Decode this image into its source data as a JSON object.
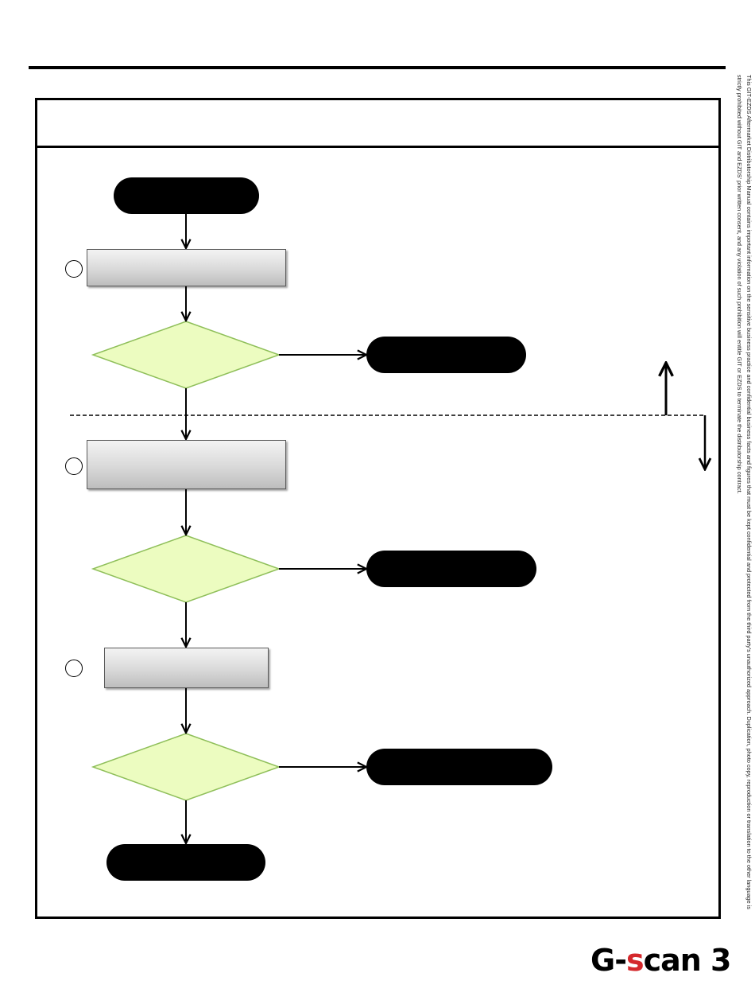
{
  "page": {
    "header_title": "",
    "disclaimer": "This GIT-EZDS Aftermarket Distributorship Manual contains important information on the sensitive business practice and confidential business facts and figures that must be kept confidential and protected from the third party's unauthorized approach. Duplication, photo copy, reproduction or translation to the other language is strictly prohibited without GIT and EZDS' prior written consent, and any violation of such prohibition will entitle GIT or EZDS to terminate the distributorship contract."
  },
  "flowchart": {
    "start_label": "",
    "steps": [
      {
        "number": "",
        "process_label": "",
        "decision_label": "",
        "outcome_label": ""
      },
      {
        "number": "",
        "process_label": "",
        "decision_label": "",
        "outcome_label": ""
      },
      {
        "number": "",
        "process_label": "",
        "decision_label": "",
        "outcome_label": ""
      }
    ],
    "end_label": ""
  },
  "logo": {
    "part_g": "G-",
    "part_s": "s",
    "part_rest": "can 3"
  },
  "colors": {
    "decision_fill": "#ecfcc0",
    "decision_stroke": "#8fbf5a",
    "terminal_fill": "#000000",
    "logo_accent": "#d4282c"
  }
}
